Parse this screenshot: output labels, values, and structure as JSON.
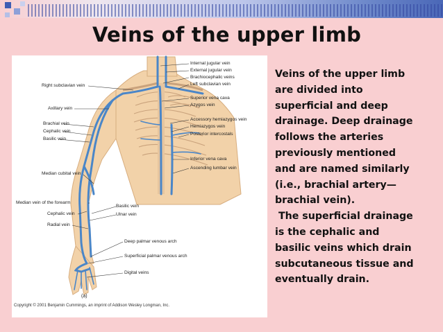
{
  "slide": {
    "title": "Veins of the upper limb",
    "body_lines": [
      "Veins of the upper limb",
      "are divided into",
      "superficial and deep",
      "drainage. Deep drainage",
      "follows the arteries",
      "previously mentioned",
      "and are named similarly",
      "(i.e., brachial artery—",
      "brachial vein).",
      " The superficial drainage",
      "is the cephalic and",
      "basilic veins which drain",
      "subcutaneous tissue and",
      "eventually drain."
    ]
  },
  "figure": {
    "labels_left": [
      "Right subclavian vein",
      "Axillary vein",
      "Brachial vein",
      "Cephalic vein",
      "Basilic vein",
      "Median cubital vein",
      "Median vein of the forearm",
      "Cephalic vein",
      "Radial vein"
    ],
    "labels_right": [
      "Internal jugular vein",
      "External jugular vein",
      "Brachiocephalic veins",
      "Left subclavian vein",
      "Superior vena cava",
      "Azygos vein",
      "Accessory hemiazygos vein",
      "Hemiazygos vein",
      "Posterior intercostals",
      "Inferior vena cava",
      "Ascending lumbar vein"
    ],
    "labels_hand": [
      "Basilic vein",
      "Ulnar vein",
      "Deep palmar venous arch",
      "Superficial palmar venous arch",
      "Digital veins"
    ],
    "figure_tag": "(a)",
    "copyright": "Copyright © 2001 Benjamin Cummings, an imprint of Addison Wesley Longman, Inc."
  },
  "colors": {
    "background": "#f9cfd1",
    "vein": "#4a86c8",
    "skin": "#f2d2a9"
  }
}
